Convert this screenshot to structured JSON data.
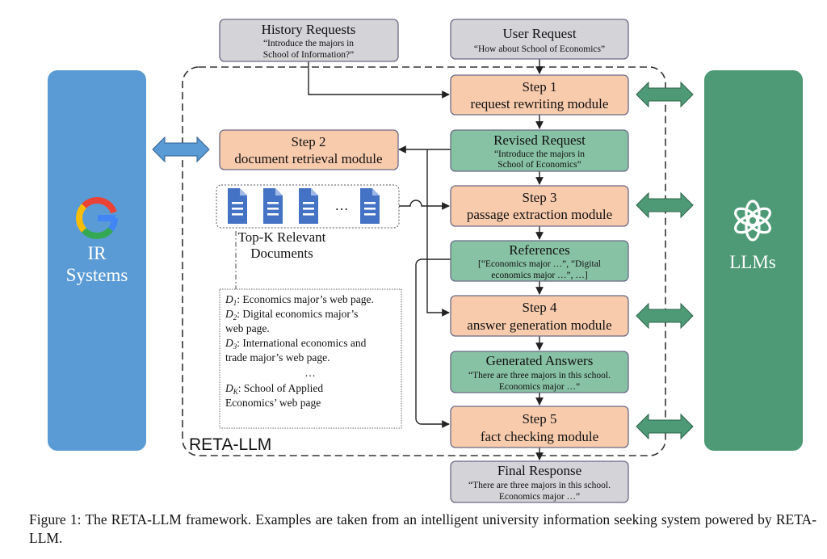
{
  "colors": {
    "orange": "#f8cbad",
    "green": "#88c2a4",
    "gray": "#d4d4d8",
    "ir_blue": "#5b9bd5",
    "llm_green": "#4e9a76",
    "doc_blue": "#4472c4"
  },
  "icons": {
    "ir": "google-g-icon",
    "llm": "openai-logo-icon",
    "doc": "document-icon"
  },
  "history": {
    "title": "History Requests",
    "line1": "“Introduce the majors in",
    "line2": "School of Information?”"
  },
  "user_request": {
    "title": "User Request",
    "line1": "“How about School of Economics”"
  },
  "step1": {
    "title": "Step 1",
    "subtitle": "request rewriting module"
  },
  "revised": {
    "title": "Revised Request",
    "line1": "“Introduce the majors in",
    "line2": "School of Economics”"
  },
  "step2": {
    "title": "Step 2",
    "subtitle": "document retrieval module"
  },
  "step3": {
    "title": "Step 3",
    "subtitle": "passage extraction module"
  },
  "references": {
    "title": "References",
    "line1": "[“Economics major …”, “Digital",
    "line2": "economics major …”, …]"
  },
  "step4": {
    "title": "Step 4",
    "subtitle": "answer generation module"
  },
  "generated": {
    "title": "Generated Answers",
    "line1": "“There are three majors in this school.",
    "line2": "Economics major …”"
  },
  "step5": {
    "title": "Step 5",
    "subtitle": "fact checking module"
  },
  "final": {
    "title": "Final Response",
    "line1": "“There are three majors in this school.",
    "line2": "Economics major …”"
  },
  "ir": {
    "line1": "IR",
    "line2": "Systems"
  },
  "llms": {
    "label": "LLMs"
  },
  "frame_label": "RETA-LLM",
  "docs": {
    "ellipsis": "…",
    "label1": "Top-K Relevant",
    "label2": "Documents"
  },
  "doc_list": {
    "d1_sym": "D",
    "d1_sub": "1",
    "d1_text": ": Economics major’s web page.",
    "d2_sym": "D",
    "d2_sub": "2",
    "d2_text": ": Digital economics major’s",
    "d2_cont": "web page.",
    "d3_sym": "D",
    "d3_sub": "3",
    "d3_text": ": International economics and",
    "d3_cont": "trade major’s web page.",
    "dots": "…",
    "dk_sym": "D",
    "dk_sub": "K",
    "dk_text": ": School of Applied",
    "dk_cont": "Economics’ web page"
  },
  "caption": "Figure 1: The RETA-LLM framework. Examples are taken from an intelligent university information seeking system powered by RETA-LLM."
}
